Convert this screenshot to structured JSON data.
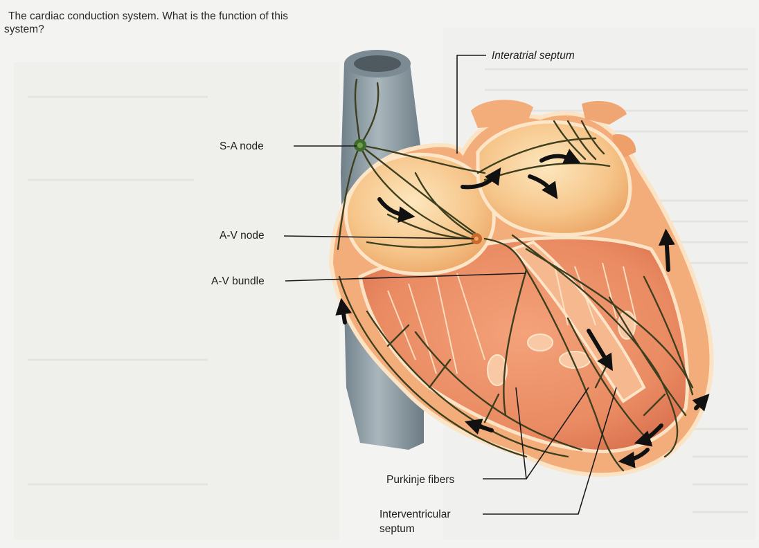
{
  "caption": {
    "line1": "The cardiac conduction system. What is the function of this",
    "line2": "system?"
  },
  "labels": {
    "interatrial_septum": "Interatrial septum",
    "sa_node": "S-A node",
    "av_node": "A-V node",
    "av_bundle": "A-V bundle",
    "purkinje_fibers": "Purkinje fibers",
    "interventricular_septum_line1": "Interventricular",
    "interventricular_septum_line2": "septum"
  },
  "colors": {
    "vein": "#8f9ea6",
    "heart_outer": "#f2a870",
    "heart_inner": "#f9d9a6",
    "myocardium": "#e8865d",
    "conduction": "#3d3f1f",
    "node": "#3d6b2a",
    "av_node": "#c9692a"
  }
}
